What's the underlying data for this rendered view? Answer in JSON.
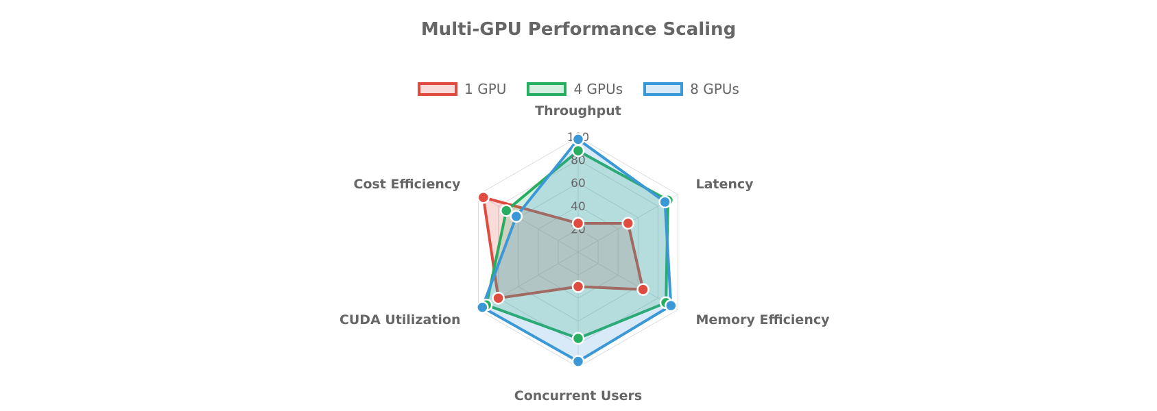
{
  "chart_data": {
    "type": "radar",
    "title": "Multi-GPU Performance Scaling",
    "axes": [
      "Throughput",
      "Latency",
      "Memory Efficiency",
      "Concurrent Users",
      "CUDA Utilization",
      "Cost Efficiency"
    ],
    "r_range": [
      0,
      100
    ],
    "r_ticks": [
      20,
      40,
      60,
      80,
      100
    ],
    "legend_position": "top",
    "series": [
      {
        "name": "1 GPU",
        "values": [
          25,
          50,
          65,
          30,
          80,
          95
        ],
        "color": "#e04b3f",
        "fill": "rgba(224,75,63,0.2)"
      },
      {
        "name": "4 GPUs",
        "values": [
          88,
          90,
          88,
          75,
          92,
          72
        ],
        "color": "#27ae60",
        "fill": "rgba(39,174,96,0.2)"
      },
      {
        "name": "8 GPUs",
        "values": [
          98,
          87,
          93,
          95,
          96,
          62
        ],
        "color": "#3a98d6",
        "fill": "rgba(58,152,214,0.2)"
      }
    ]
  }
}
